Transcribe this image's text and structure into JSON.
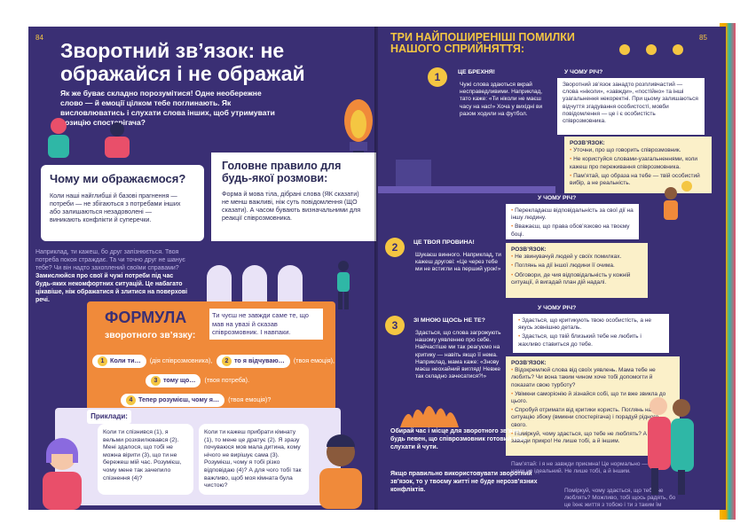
{
  "left": {
    "page_number": "84",
    "title": "Зворотний зв’язок: не ображайся і не ображай",
    "intro": "Як же буває складно порозумітися! Одне необережне слово — й емоції цілком тебе поглинають. Як висловлюватись і слухати слова інших, щоб утримувати позицію спостерігача?",
    "why_title": "Чому ми ображаємося?",
    "why_text": "Коли наші найглибші й базові прагнення — потреби — не збігаються з потребами інших або залишаються незадоволені — виникають конфлікти й суперечки.",
    "rule_title": "Головне правило для будь-якої розмови:",
    "rule_text": "Форма й мова тіла, дібрані слова (ЯК сказати) не менш важливі, ніж суть повідомлення (ЩО сказати). А часом бувають визначальними для реакції співрозмовника.",
    "dark_text": "Наприклад, ти кажеш, бо друг запізнюється. Твоя потреба покоя страждає. Та чи точно друг не шанує тебе? Чи він надто захоплений своїми справами?",
    "dark_bold": "Замислюйся про свої й чужі потреби під час будь-яких некомфортних ситуацій. Це набагато цікавіше, ніж ображатися й злитися на поверхові речі.",
    "formula_title": "ФОРМУЛА",
    "formula_sub": "зворотного зв’язку:",
    "formula_note": "Ти чуєш не завжди саме те, що мав на увазі й сказав співрозмовник. І навпаки.",
    "steps": [
      {
        "n": "1",
        "bubble": "Коли ти…",
        "hint": "(дія співрозмовника),"
      },
      {
        "n": "2",
        "bubble": "то я відчуваю…",
        "hint": "(твоя емоція),"
      },
      {
        "n": "3",
        "bubble": "тому що…",
        "hint": "(твоя потреба)."
      },
      {
        "n": "4",
        "bubble": "Тепер розумієш, чому я…",
        "hint": "(твоя емоція)?"
      }
    ],
    "examples_label": "Приклади:",
    "example1": "Коли ти спізнився (1), я вельми розхвилювався (2). Мені здалося, що тобі не можна вірити (3), що ти не бережеш мій час. Розумієш, чому мене так зачепило спізнення (4)?",
    "example2": "Коли ти кажеш прибрати кімнату (1), то мене це дратує (2). Я зразу почуваюся мов мала дитина, кому нічого не вирішує сама (3). Розумієш, чому я тобі різко відповідаю (4)? А для чого тобі так важливо, щоб моя кімната була чистою?"
  },
  "right": {
    "page_number": "85",
    "title": "ТРИ НАЙПОШИРЕНІШІ ПОМИЛКИ НАШОГО СПРИЙНЯТТЯ:",
    "m1_label": "ЦЕ БРЕХНЯ!",
    "m1_text": "Чужі слова здаються вкрай несправедливими. Наприклад, тато каже: «Ти ніколи не маєш часу на нас!» Хоча у вихідні ви разом ходили на футбол.",
    "m1_why_label": "У ЧОМУ РІЧ?",
    "m1_why": "Зворотний зв’язок занадто розпливчастий — слова «ніколи», «завжди», «постійно» та інші узагальнення некоректні. При цьому залишаються відчуття згадування особистості, мовби повідомлення — це і є особистість співрозмовника.",
    "m1_fix_label": "РОЗВ’ЯЗОК:",
    "m1_fix": [
      "Уточни, про що говорить співрозмовник.",
      "Не користуйся словами-узагальненнями, коли кажеш про переживання співрозмовника.",
      "Пам’ятай, що образа на тебе — твій особистий вибір, а не реальність."
    ],
    "m2_label": "ЦЕ ТВОЯ ПРОВИНА!",
    "m2_text": "Шукаєш винного. Наприклад, ти кажеш другові: «Це через тебе ми не встигли на перший урок!»",
    "m2_why_label": "У ЧОМУ РІЧ?",
    "m2_why": [
      "Перекладаєш відповідальність за свої дії на іншу людину.",
      "Вважаєш, що права обов’язково на твоєму боці."
    ],
    "m2_fix_label": "РОЗВ’ЯЗОК:",
    "m2_fix": [
      "Не звинувачуй людей у своїх помилках.",
      "Поглянь на дії іншої людини її очима.",
      "Обговори, де чия відповідальність у кожній ситуації, й вигадай план дій надалі."
    ],
    "m3_label": "ЗІ МНОЮ ЩОСЬ НЕ ТЕ?",
    "m3_text": "Здається, що слова загрожують нашому уявленню про себе. Найчастіше ми так реагуємо на критику — навіть якщо її нема. Наприклад, мама каже: «Знову маєш неохайний вигляд! Невже так складно зачесатися?!»",
    "m3_why_label": "У ЧОМУ РІЧ?",
    "m3_why": [
      "Здається, що критикують твою особистість, а не якусь зовнішню деталь.",
      "Здається, що твій близький тебе не любить і жахливо ставиться до тебе."
    ],
    "m3_fix_label": "РОЗВ’ЯЗОК:",
    "m3_fix": [
      "Відокремлюй слова від своїх уявлень. Мама тебе не любить? Чи вона таким чином хоче тобі допомогти й показати свою турботу?",
      "Увімкни саморіонію й зізнайся собі, що ти вже звикла до цього.",
      "Спробуй отримати від критики користь. Поглянь на ситуацію збоку (вмикни спостерігача) і порадуй рідного свого.",
      "Поміркуй, чому здається, що тебе не люблять? А ти завжди прикро! Не лише тобі, а й іншим."
    ],
    "m3_tip": "Пам’ятай: і я не завжди приємна! Це нормально — ніхто з нами не ідеальний. Не лише тобі, а й іншим.",
    "closing1": "Обирай час і місце для зворотного зв’язку — будь певен, що співрозмовник готовий тебе слухати й чути.",
    "closing2": "Якщо правильно використовувати зворотний зв’язок, то у твоєму житті не буде нерозв’язних конфліктів.",
    "extra_fix": "Поміркуй, чому здається, що тебе не люблять? Можливо, тобі щось радять, бо це їхнє життя з тобою і ти з таким їм намірами?"
  },
  "colors": {
    "page_bg": "#3a2f74",
    "accent": "#f08a3a",
    "yellow": "#f4c642",
    "light": "#e9e3f7"
  }
}
